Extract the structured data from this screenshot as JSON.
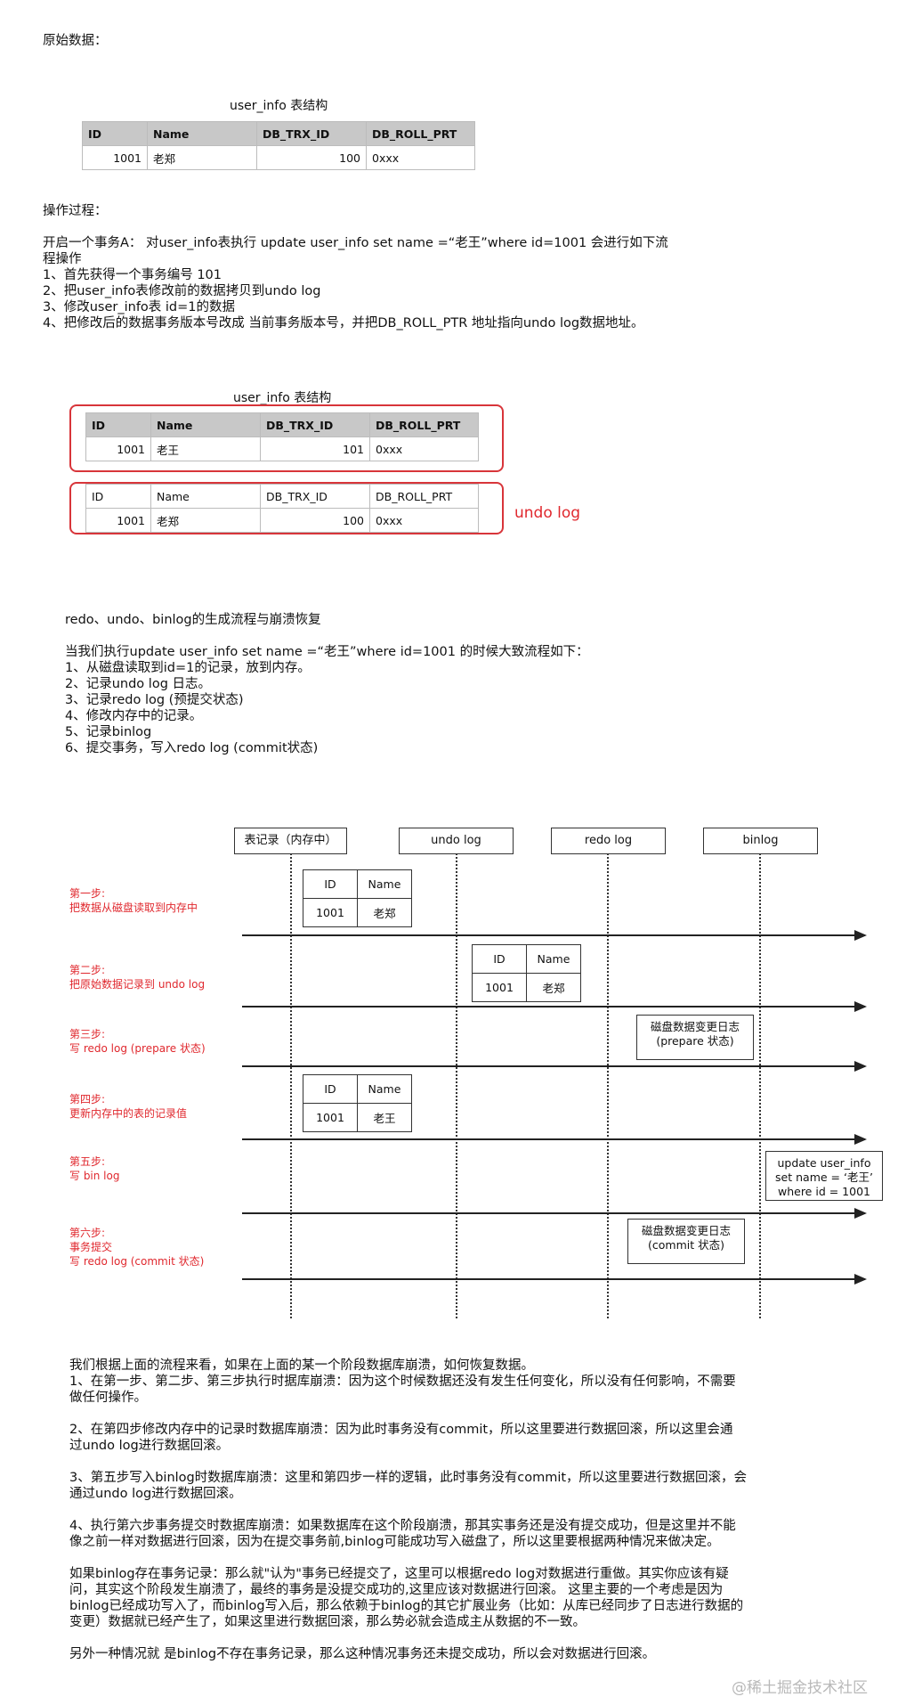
{
  "section1": {
    "heading": "原始数据：",
    "caption": "user_info 表结构",
    "table": {
      "headers": [
        "ID",
        "Name",
        "DB_TRX_ID",
        "DB_ROLL_PRT"
      ],
      "row": [
        "1001",
        "老郑",
        "100",
        "0xxx"
      ]
    }
  },
  "section2": {
    "heading": "操作过程：",
    "lines": [
      "开启一个事务A： 对user_info表执行 update user_info set name =“老王”where id=1001 会进行如下流",
      "程操作",
      "1、首先获得一个事务编号 101",
      "2、把user_info表修改前的数据拷贝到undo log",
      "3、修改user_info表 id=1的数据",
      "4、把修改后的数据事务版本号改成 当前事务版本号，并把DB_ROLL_PTR 地址指向undo log数据地址。"
    ]
  },
  "section3": {
    "caption": "user_info 表结构",
    "table_new": {
      "headers": [
        "ID",
        "Name",
        "DB_TRX_ID",
        "DB_ROLL_PRT"
      ],
      "row": [
        "1001",
        "老王",
        "101",
        "0xxx"
      ]
    },
    "table_undo": {
      "headers": [
        "ID",
        "Name",
        "DB_TRX_ID",
        "DB_ROLL_PRT"
      ],
      "row": [
        "1001",
        "老郑",
        "100",
        "0xxx"
      ]
    },
    "undo_label": "undo log"
  },
  "section4": {
    "title": "redo、undo、binlog的生成流程与崩溃恢复",
    "lines": [
      "当我们执行update user_info set name =“老王”where id=1001 的时候大致流程如下：",
      "1、从磁盘读取到id=1的记录，放到内存。",
      "2、记录undo log 日志。",
      "3、记录redo log (预提交状态)",
      "4、修改内存中的记录。",
      "5、记录binlog",
      "6、提交事务，写入redo log (commit状态)"
    ]
  },
  "diagram": {
    "lanes": [
      "表记录（内存中）",
      "undo log",
      "redo log",
      "binlog"
    ],
    "steps": [
      {
        "title": "第一步:",
        "desc": "把数据从磁盘读取到内存中"
      },
      {
        "title": "第二步:",
        "desc": "把原始数据记录到 undo log"
      },
      {
        "title": "第三步:",
        "desc": "写 redo log (prepare 状态)"
      },
      {
        "title": "第四步:",
        "desc": "更新内存中的表的记录值"
      },
      {
        "title": "第五步:",
        "desc": "写 bin log"
      },
      {
        "title": "第六步:",
        "desc": "事务提交",
        "desc2": "写 redo log (commit 状态)"
      }
    ],
    "mini1": {
      "h1": "ID",
      "h2": "Name",
      "v1": "1001",
      "v2": "老郑"
    },
    "mini2": {
      "h1": "ID",
      "h2": "Name",
      "v1": "1001",
      "v2": "老郑"
    },
    "mini3": {
      "h1": "ID",
      "h2": "Name",
      "v1": "1001",
      "v2": "老王"
    },
    "note_prepare": {
      "l1": "磁盘数据变更日志",
      "l2": "(prepare 状态)"
    },
    "note_binlog": {
      "l1": "update user_info",
      "l2": "set name = ‘老王’",
      "l3": "where id = 1001"
    },
    "note_commit": {
      "l1": "磁盘数据变更日志",
      "l2": "(commit 状态)"
    }
  },
  "section5": {
    "lines": [
      "我们根据上面的流程来看，如果在上面的某一个阶段数据库崩溃，如何恢复数据。",
      "1、在第一步、第二步、第三步执行时据库崩溃：因为这个时候数据还没有发生任何变化，所以没有任何影响，不需要",
      "做任何操作。",
      "",
      "2、在第四步修改内存中的记录时数据库崩溃：因为此时事务没有commit，所以这里要进行数据回滚，所以这里会通",
      "过undo log进行数据回滚。",
      "",
      "3、第五步写入binlog时数据库崩溃：这里和第四步一样的逻辑，此时事务没有commit，所以这里要进行数据回滚，会",
      "通过undo log进行数据回滚。",
      "",
      "4、执行第六步事务提交时数据库崩溃：如果数据库在这个阶段崩溃，那其实事务还是没有提交成功，但是这里并不能",
      "像之前一样对数据进行回滚，因为在提交事务前,binlog可能成功写入磁盘了，所以这里要根据两种情况来做决定。",
      "",
      "如果binlog存在事务记录：那么就\"认为\"事务已经提交了，这里可以根据redo log对数据进行重做。其实你应该有疑",
      "问，其实这个阶段发生崩溃了，最终的事务是没提交成功的,这里应该对数据进行回滚。 这里主要的一个考虑是因为",
      "binlog已经成功写入了，而binlog写入后，那么依赖于binlog的其它扩展业务（比如：从库已经同步了日志进行数据的",
      "变更）数据就已经产生了，如果这里进行数据回滚，那么势必就会造成主从数据的不一致。",
      "",
      "另外一种情况就 是binlog不存在事务记录，那么这种情况事务还未提交成功，所以会对数据进行回滚。"
    ]
  },
  "watermark": "@稀土掘金技术社区"
}
